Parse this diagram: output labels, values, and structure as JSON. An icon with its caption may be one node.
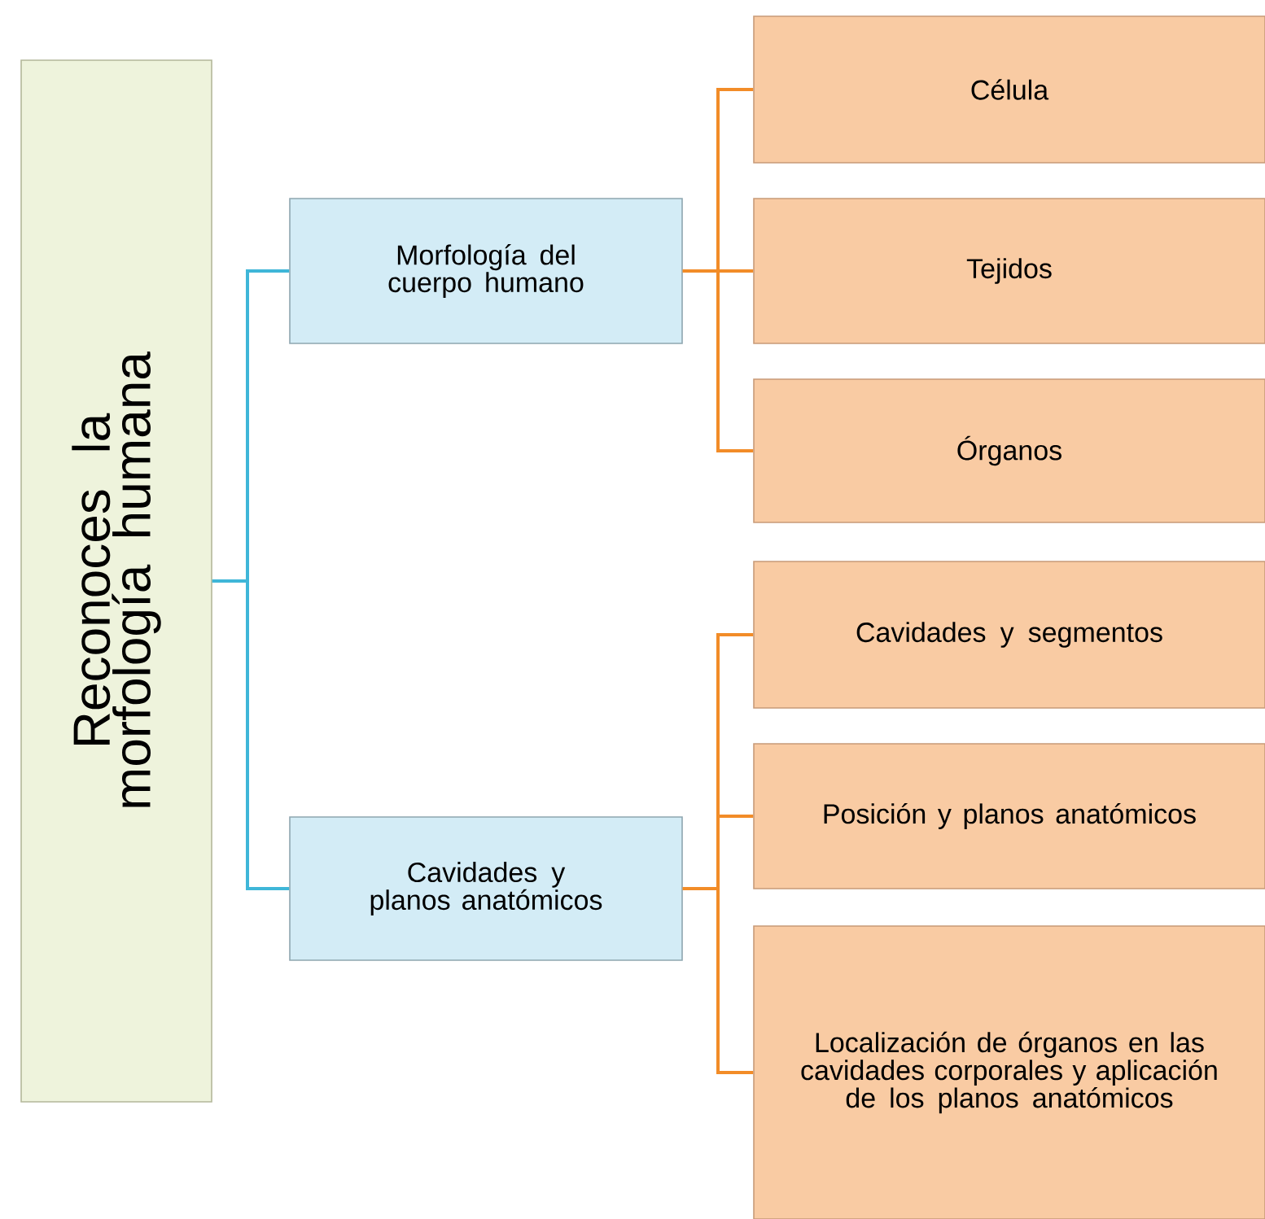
{
  "diagram": {
    "nodes": [
      {
        "text": [
          "Reconoces la morfología humana"
        ]
      },
      {
        "text": [
          "Morfología del cuerpo humano"
        ]
      },
      {
        "text": [
          "Cavidades y planos anatómicos"
        ]
      },
      {
        "text": [
          "Célula"
        ]
      },
      {
        "text": [
          "Tejidos"
        ]
      },
      {
        "text": [
          "Órganos"
        ]
      },
      {
        "text": [
          "Cavidades y segmentos"
        ]
      },
      {
        "text": [
          "Posición y planos anatómicos"
        ]
      },
      {
        "text": [
          "Localización de órganos en las cavidades corporales y aplicación de los planos anatómicos"
        ]
      }
    ],
    "edges": [
      {
        "from": 0,
        "to": 1,
        "arrow": "none",
        "color": "#3fb6d8"
      },
      {
        "from": 0,
        "to": 2,
        "arrow": "none",
        "color": "#3fb6d8"
      },
      {
        "from": 1,
        "to": 3,
        "arrow": "none"
      },
      {
        "from": 1,
        "to": 4,
        "arrow": "none"
      },
      {
        "from": 1,
        "to": 5,
        "arrow": "none"
      },
      {
        "from": 2,
        "to": 6,
        "arrow": "none"
      },
      {
        "from": 2,
        "to": 7,
        "arrow": "none"
      },
      {
        "from": 2,
        "to": 8,
        "arrow": "none"
      }
    ]
  }
}
